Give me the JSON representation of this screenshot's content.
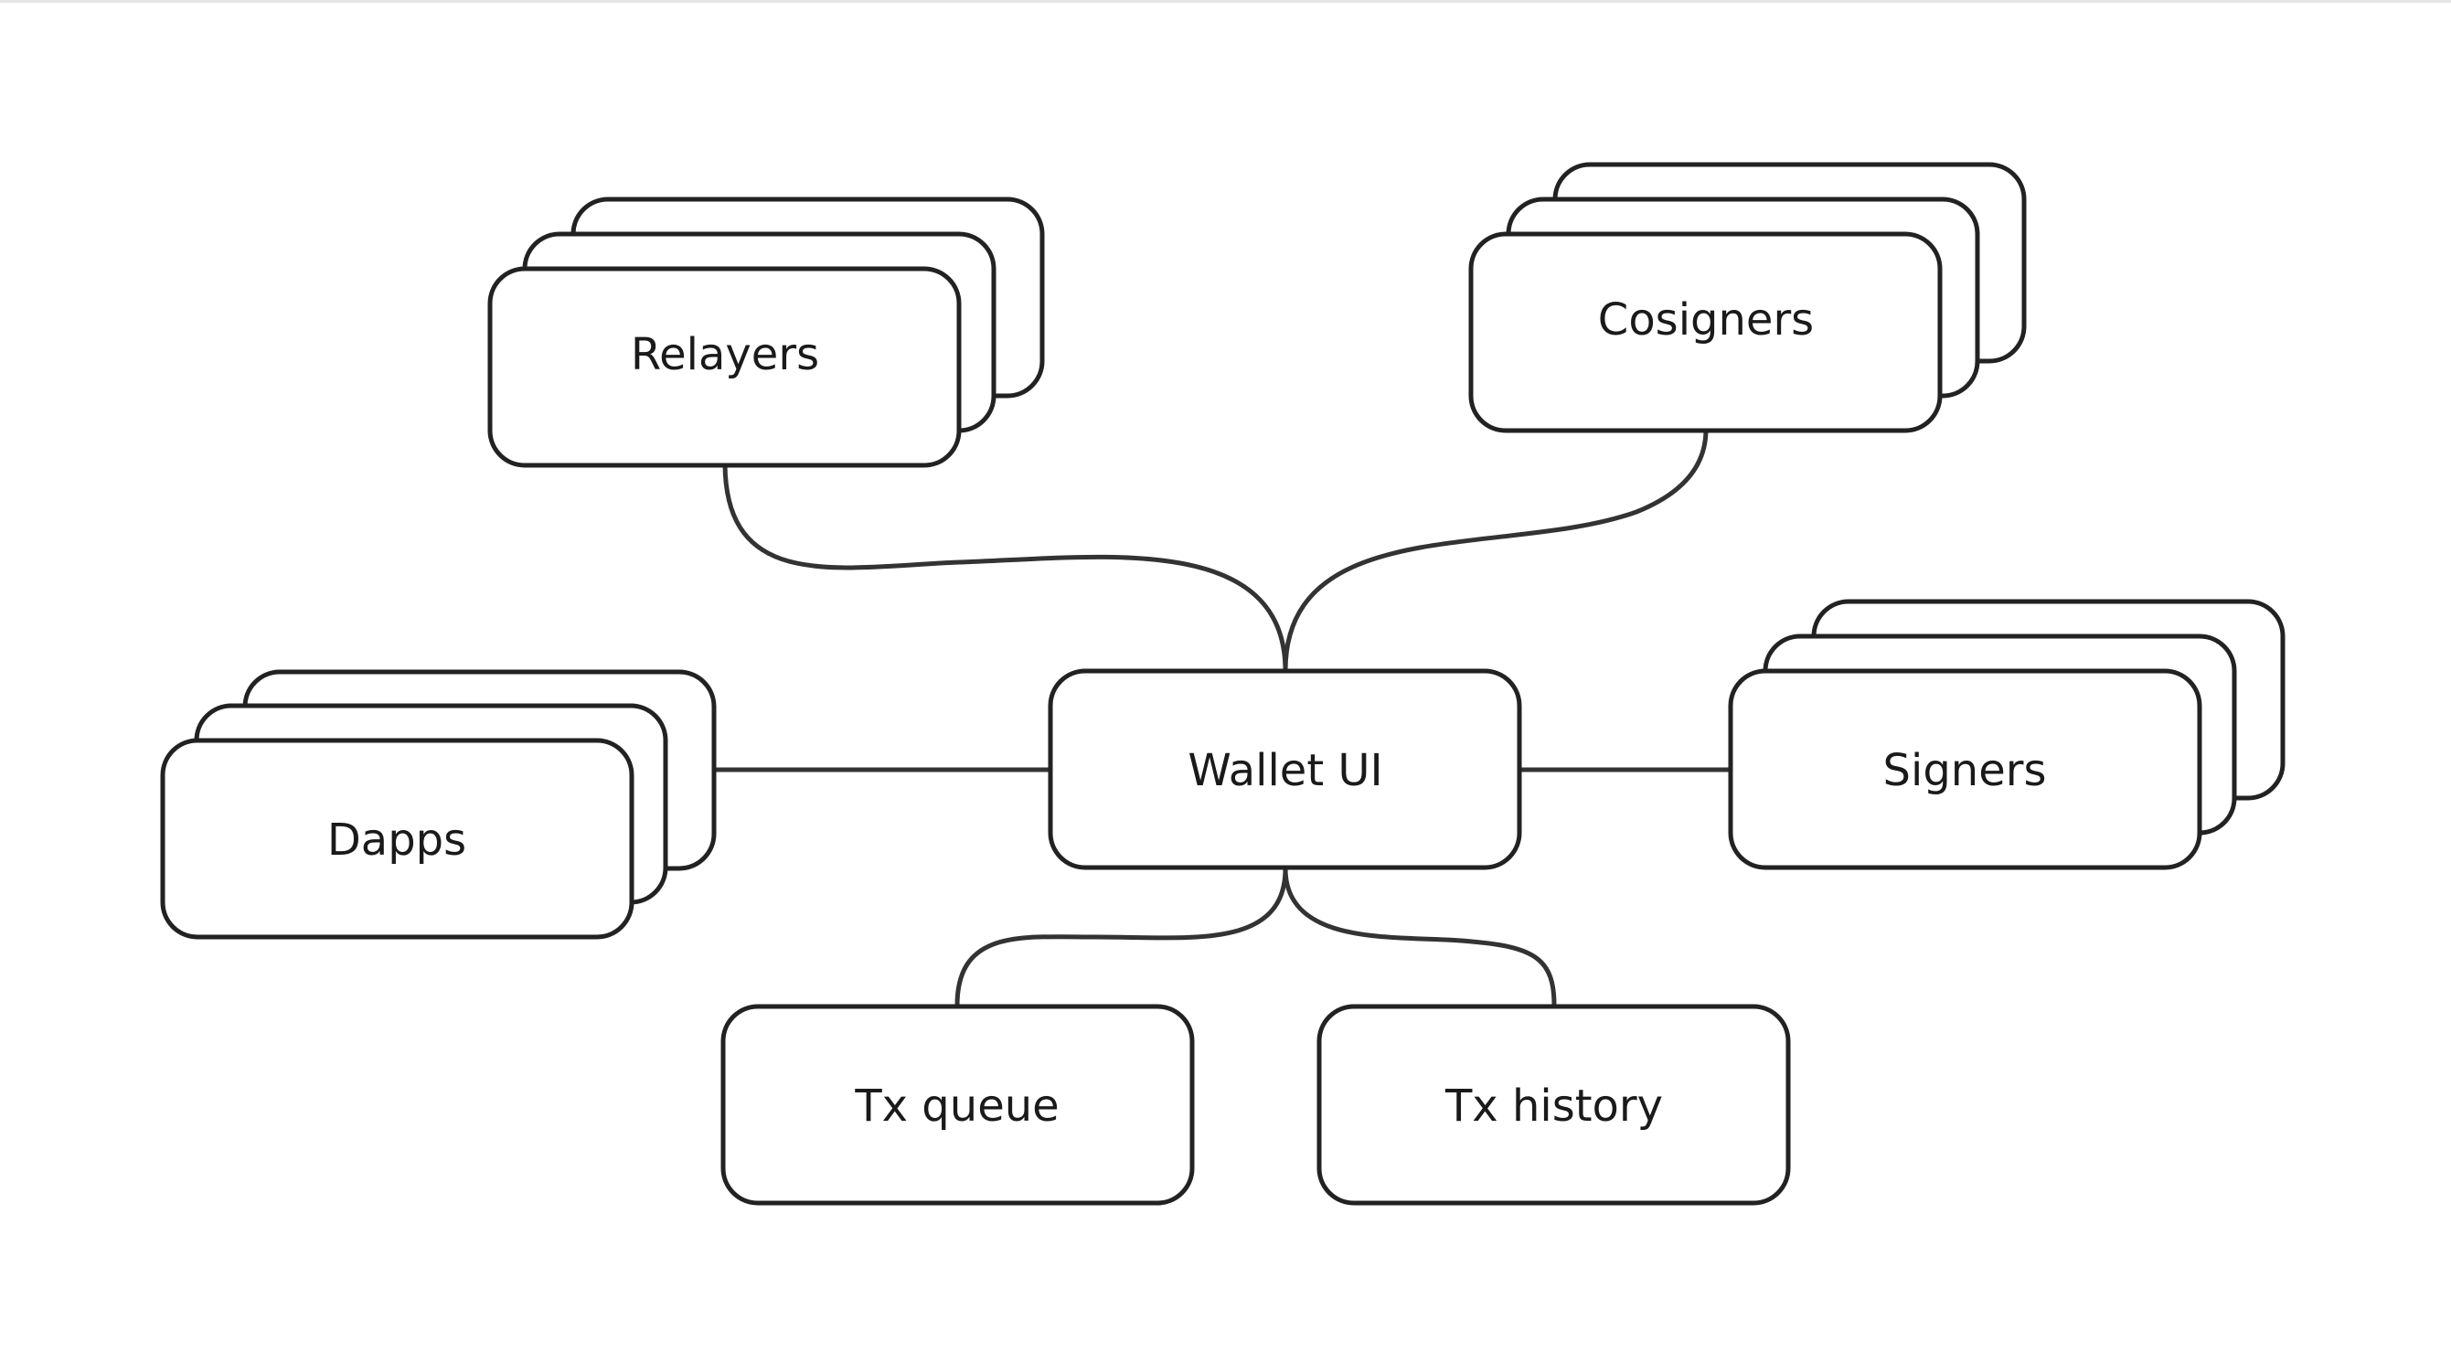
{
  "diagram": {
    "center": {
      "label": "Wallet UI"
    },
    "nodes": {
      "relayers": {
        "label": "Relayers",
        "stacked": true
      },
      "cosigners": {
        "label": "Cosigners",
        "stacked": true
      },
      "dapps": {
        "label": "Dapps",
        "stacked": true
      },
      "signers": {
        "label": "Signers",
        "stacked": true
      },
      "tx_queue": {
        "label": "Tx queue",
        "stacked": false
      },
      "tx_history": {
        "label": "Tx history",
        "stacked": false
      }
    },
    "edges": [
      {
        "from": "Wallet UI",
        "to": "Relayers"
      },
      {
        "from": "Wallet UI",
        "to": "Cosigners"
      },
      {
        "from": "Wallet UI",
        "to": "Dapps"
      },
      {
        "from": "Wallet UI",
        "to": "Signers"
      },
      {
        "from": "Wallet UI",
        "to": "Tx queue"
      },
      {
        "from": "Wallet UI",
        "to": "Tx history"
      }
    ],
    "colors": {
      "stroke": "#222222",
      "background": "#ffffff",
      "text": "#1a1a1a"
    }
  }
}
